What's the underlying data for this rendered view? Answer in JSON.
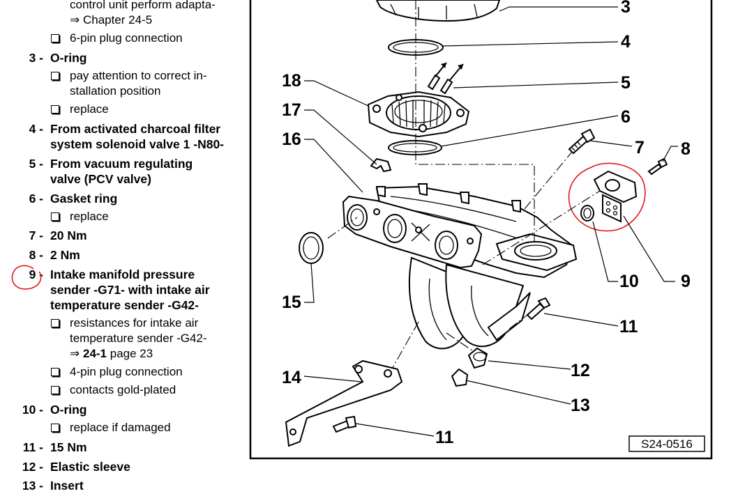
{
  "legend": {
    "items": [
      {
        "num": "",
        "lines": [
          "control unit perform adapta-"
        ],
        "ref": {
          "arrow": "⇒",
          "text": "Chapter 24-5"
        },
        "sub": [
          {
            "text": "6-pin plug connection"
          }
        ]
      },
      {
        "num": "3 -",
        "lines": [
          "O-ring"
        ],
        "sub": [
          {
            "text": "pay attention to correct in-",
            "text2": "stallation position"
          },
          {
            "text": "replace"
          }
        ]
      },
      {
        "num": "4 -",
        "lines": [
          "From activated charcoal filter",
          "system solenoid valve 1 -N80-"
        ]
      },
      {
        "num": "5 -",
        "lines": [
          "From vacuum regulating",
          "valve (PCV valve)"
        ]
      },
      {
        "num": "6 -",
        "lines": [
          "Gasket ring"
        ],
        "sub": [
          {
            "text": "replace"
          }
        ]
      },
      {
        "num": "7 -",
        "lines": [
          "20 Nm"
        ]
      },
      {
        "num": "8 -",
        "lines": [
          "2 Nm"
        ]
      },
      {
        "num": "9 -",
        "lines": [
          "Intake manifold pressure",
          "sender -G71- with intake air",
          "temperature sender -G42-"
        ],
        "sub": [
          {
            "text": "resistances for intake air",
            "text2": "temperature sender -G42-",
            "ref_arrow": "⇒",
            "ref_bold": "24-1",
            "ref_rest": " page 23"
          },
          {
            "text": "4-pin plug connection"
          },
          {
            "text": "contacts gold-plated"
          }
        ]
      },
      {
        "num": "10 -",
        "lines": [
          "O-ring"
        ],
        "sub": [
          {
            "text": "replace if damaged"
          }
        ]
      },
      {
        "num": "11 -",
        "lines": [
          "15 Nm"
        ]
      },
      {
        "num": "12 -",
        "lines": [
          "Elastic sleeve"
        ]
      },
      {
        "num": "13 -",
        "lines": [
          "Insert"
        ]
      }
    ]
  },
  "diagram": {
    "callouts": [
      "3",
      "4",
      "5",
      "6",
      "7",
      "8",
      "9",
      "10",
      "11",
      "12",
      "13",
      "14",
      "11",
      "15",
      "16",
      "17",
      "18"
    ],
    "figure_code": "S24-0516",
    "annotation_color": "#e01818"
  }
}
